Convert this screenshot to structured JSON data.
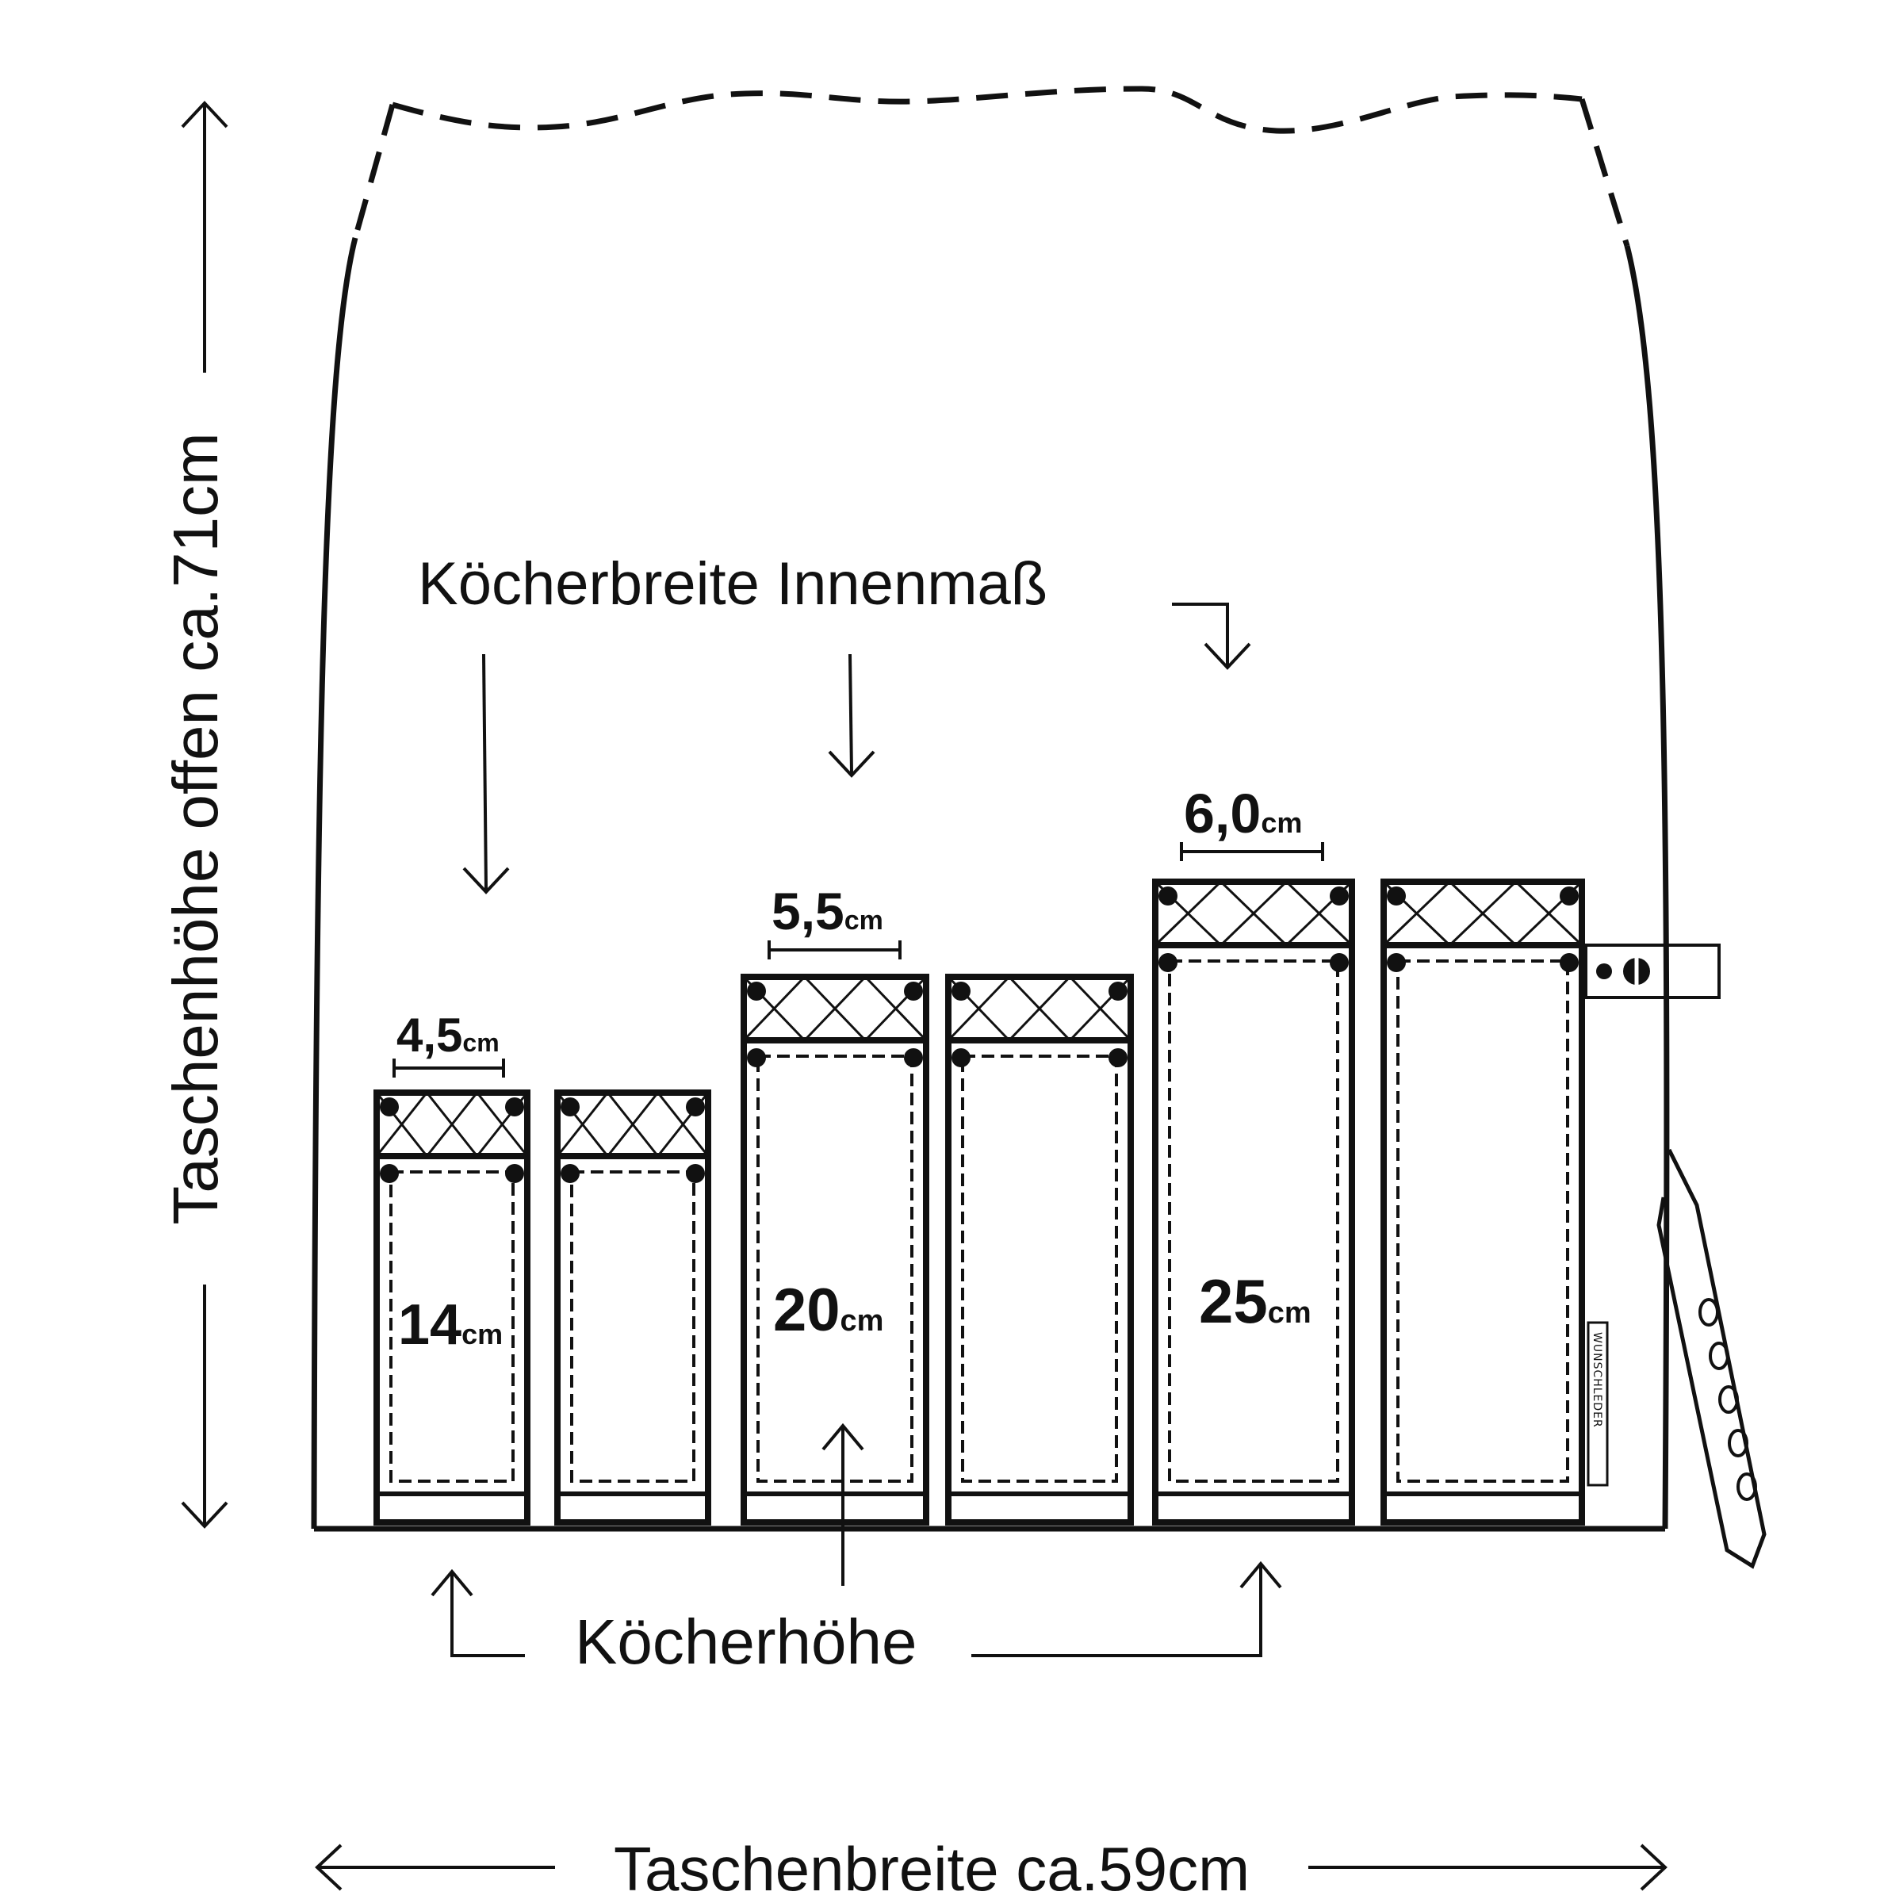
{
  "labels": {
    "height_total": "Taschenhöhe offen ca.71cm",
    "width_total": "Taschenbreite ca.59cm",
    "quiver_width": "Köcherbreite Innenmaß",
    "quiver_height": "Köcherhöhe"
  },
  "widths": [
    {
      "value": "4,5",
      "unit": "cm"
    },
    {
      "value": "5,5",
      "unit": "cm"
    },
    {
      "value": "6,0",
      "unit": "cm"
    }
  ],
  "heights": [
    {
      "value": "14",
      "unit": "cm"
    },
    {
      "value": "20",
      "unit": "cm"
    },
    {
      "value": "25",
      "unit": "cm"
    }
  ],
  "brand": "WUNSCHLEDER",
  "colors": {
    "ink": "#111111",
    "paper": "#ffffff"
  }
}
